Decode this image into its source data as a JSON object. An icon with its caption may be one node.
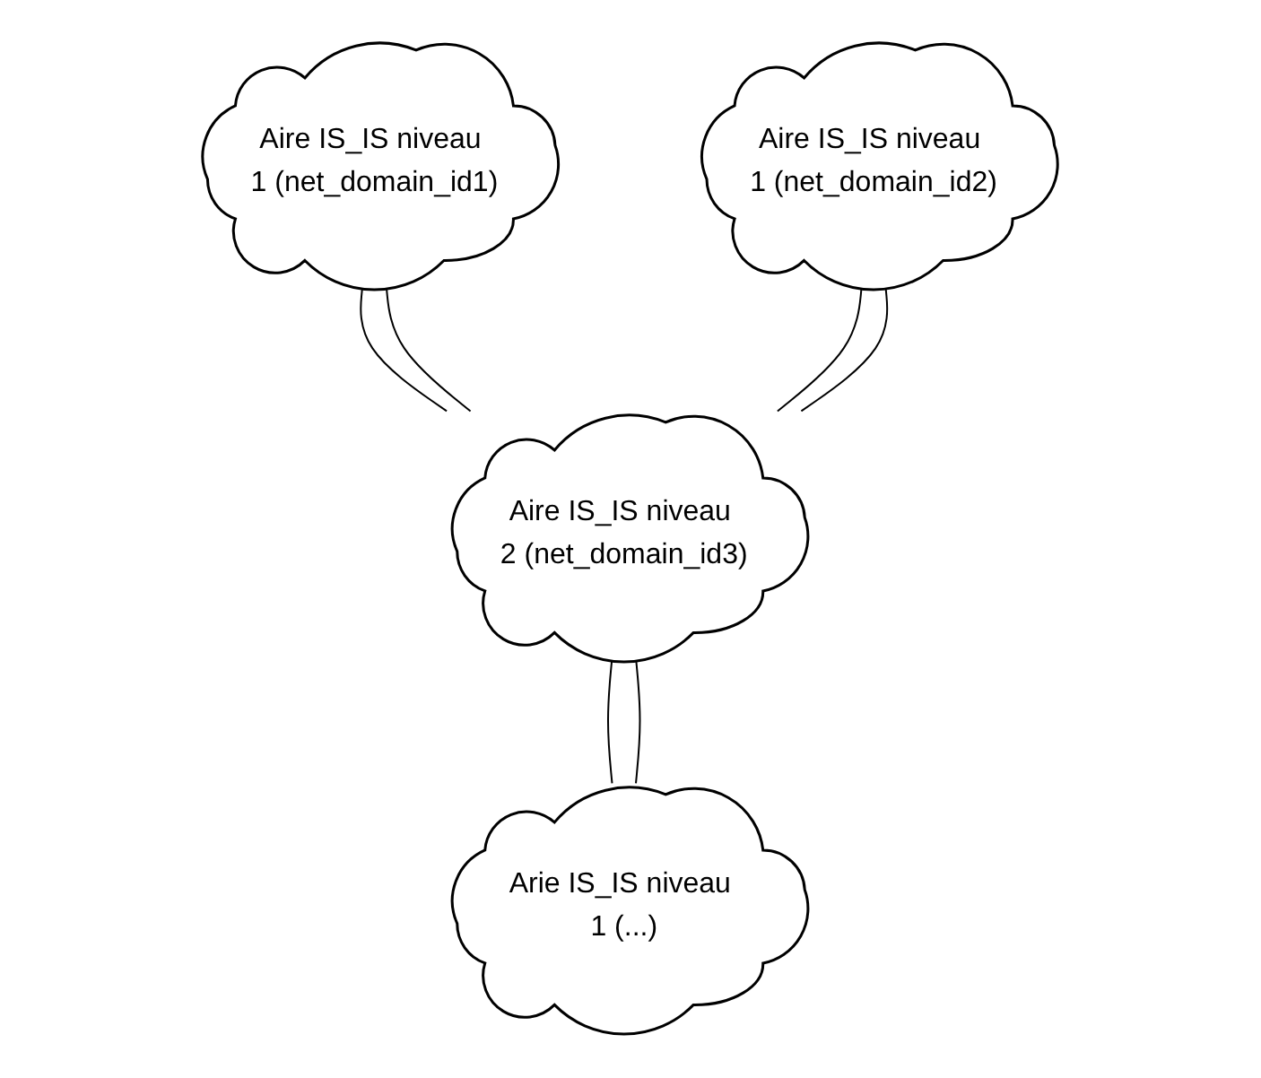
{
  "diagram": {
    "nodes": [
      {
        "text": [
          "Aire IS_IS niveau 1 (net_domain_id1)"
        ]
      },
      {
        "text": [
          "Aire IS_IS niveau 1 (net_domain_id2)"
        ]
      },
      {
        "text": [
          "Aire IS_IS niveau 2 (net_domain_id3)"
        ]
      },
      {
        "text": [
          "Arie IS_IS niveau 1 (...)"
        ]
      }
    ],
    "edges": [
      {
        "from": 0,
        "to": 2,
        "arrow": "none"
      },
      {
        "from": 0,
        "to": 2,
        "arrow": "none"
      },
      {
        "from": 1,
        "to": 2,
        "arrow": "none"
      },
      {
        "from": 1,
        "to": 2,
        "arrow": "none"
      },
      {
        "from": 2,
        "to": 3,
        "arrow": "none"
      },
      {
        "from": 2,
        "to": 3,
        "arrow": "none"
      }
    ]
  }
}
